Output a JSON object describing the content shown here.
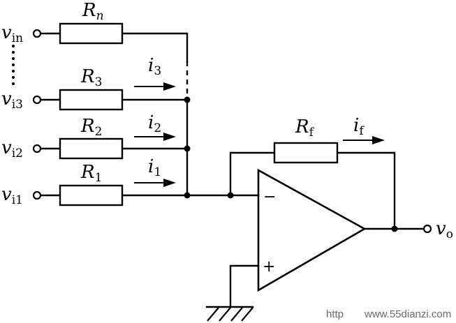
{
  "inputs": [
    {
      "id": "vin",
      "label": "v",
      "sub": "in"
    },
    {
      "id": "vi3",
      "label": "v",
      "sub": "i3"
    },
    {
      "id": "vi2",
      "label": "v",
      "sub": "i2"
    },
    {
      "id": "vi1",
      "label": "v",
      "sub": "i1"
    }
  ],
  "resistors": [
    {
      "id": "Rn",
      "label": "R",
      "sub": "n",
      "sub_italic": true
    },
    {
      "id": "R3",
      "label": "R",
      "sub": "3",
      "sub_italic": false
    },
    {
      "id": "R2",
      "label": "R",
      "sub": "2",
      "sub_italic": false
    },
    {
      "id": "R1",
      "label": "R",
      "sub": "1",
      "sub_italic": false
    },
    {
      "id": "Rf",
      "label": "R",
      "sub": "f",
      "sub_italic": false
    }
  ],
  "currents": [
    {
      "id": "i3",
      "label": "i",
      "sub": "3"
    },
    {
      "id": "i2",
      "label": "i",
      "sub": "2"
    },
    {
      "id": "i1",
      "label": "i",
      "sub": "1"
    },
    {
      "id": "if",
      "label": "i",
      "sub": "f"
    }
  ],
  "output": {
    "label": "v",
    "sub": "o"
  },
  "opamp": {
    "minus": "−",
    "plus": "+"
  },
  "watermark": {
    "prefix": "http",
    "site": "www.55dianzi.com"
  }
}
